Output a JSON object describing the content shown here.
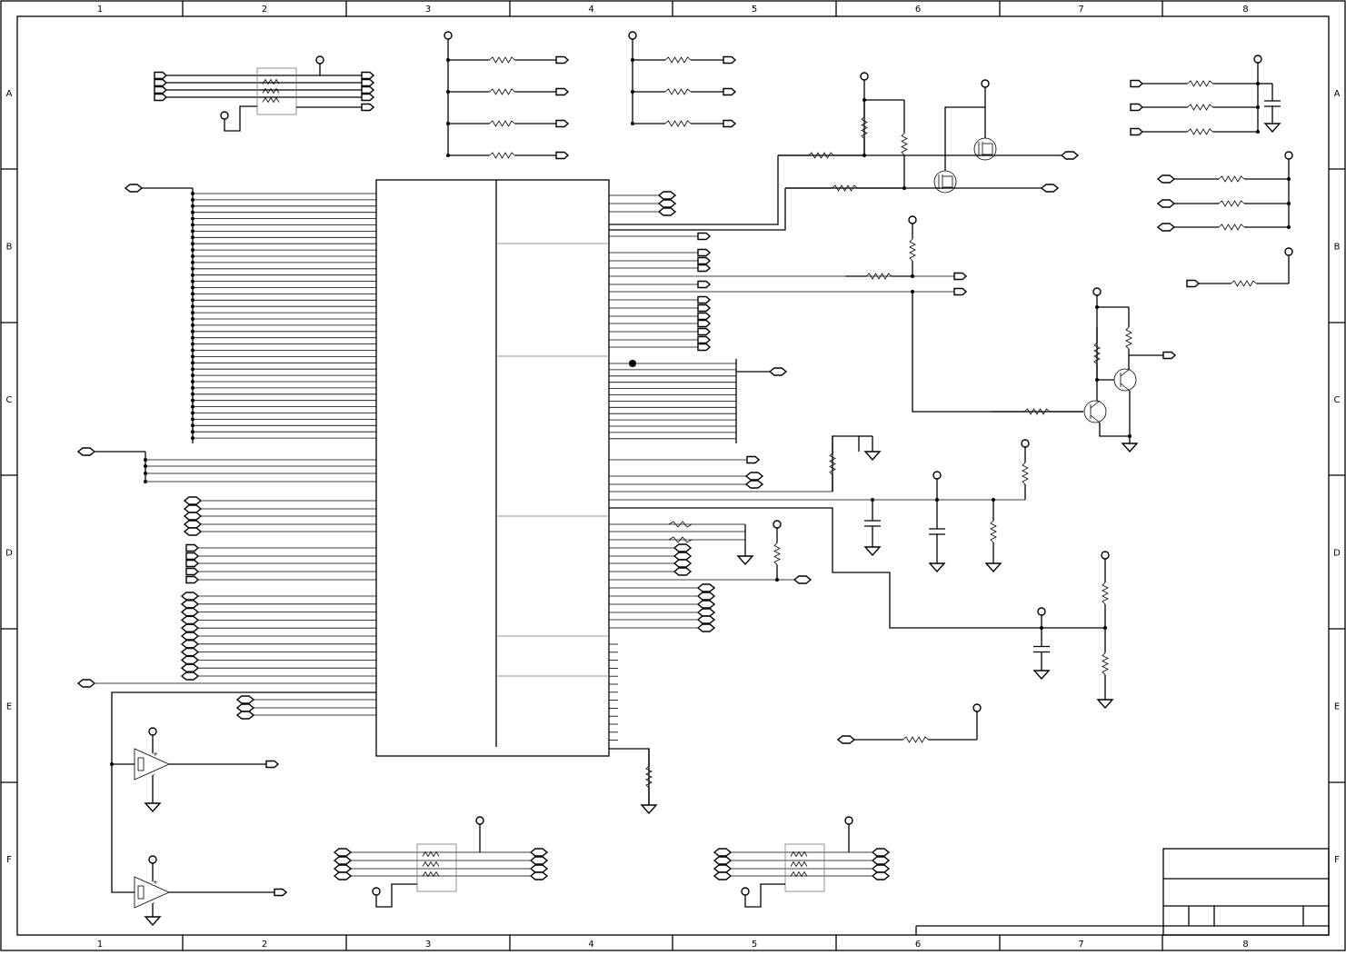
{
  "sheet": {
    "column_labels": [
      "1",
      "2",
      "3",
      "4",
      "5",
      "6",
      "7",
      "8"
    ],
    "row_labels": [
      "A",
      "B",
      "C",
      "D",
      "E",
      "F"
    ]
  },
  "title_block": {
    "visible_text": []
  },
  "components": {
    "ic": "main-ic",
    "transistors": [
      "mosfet-q1",
      "mosfet-q2",
      "npn-q3",
      "npn-q4"
    ],
    "op_amps": [
      "opamp-1",
      "opamp-2"
    ],
    "resistor_networks": [
      "rnet-top",
      "rnet-bottom-left",
      "rnet-bottom-right"
    ]
  },
  "opamp_pins": {
    "plus": "+",
    "minus": "-"
  }
}
